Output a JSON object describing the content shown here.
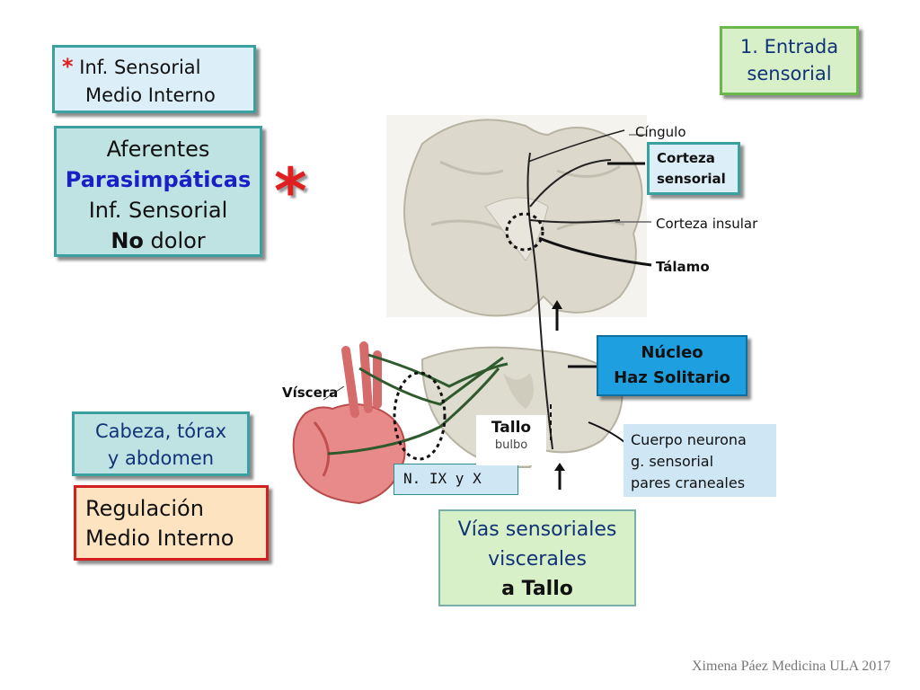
{
  "boxes": {
    "entrada": {
      "line1": "1. Entrada",
      "line2": "sensorial"
    },
    "inf_sensorial": {
      "star": "*",
      "line1": "Inf. Sensorial",
      "line2": "Medio Interno"
    },
    "aferentes": {
      "line1": "Aferentes",
      "line2": "Parasimpáticas",
      "line3": "Inf. Sensorial",
      "line4_bold": "No",
      "line4_rest": " dolor"
    },
    "cabeza": {
      "line1": "Cabeza, tórax",
      "line2": "y abdomen"
    },
    "regulacion": {
      "line1": "Regulación",
      "line2": "Medio Interno"
    },
    "corteza_sensorial": {
      "line1": "Corteza",
      "line2": "sensorial"
    },
    "nucleo": {
      "line1": "Núcleo",
      "line2": "Haz Solitario"
    },
    "cuerpo_neurona": {
      "line1": "Cuerpo neurona",
      "line2": "g. sensorial",
      "line3": "pares craneales"
    },
    "nervios": {
      "text": "N. IX y X"
    },
    "vias": {
      "line1": "Vías sensoriales",
      "line2": "viscerales",
      "line3": "a Tallo"
    }
  },
  "labels": {
    "cingulo": "Cíngulo",
    "corteza_insular": "Corteza insular",
    "talamo": "Tálamo",
    "viscera": "Víscera",
    "tallo": "Tallo",
    "bulbo": "bulbo",
    "asterisk": "*"
  },
  "footer": "Ximena Páez Medicina ULA 2017",
  "colors": {
    "teal_box": "#bfe3e3",
    "teal_border": "#3aa0a0",
    "green_box": "#d8f0c8",
    "green_border": "#6ab84a",
    "blue_box": "#1ea0e0",
    "peach_box": "#fde3c0",
    "red_border": "#d02020",
    "light_blue_box": "#cfe6f5",
    "asterisk_red": "#e02020"
  }
}
